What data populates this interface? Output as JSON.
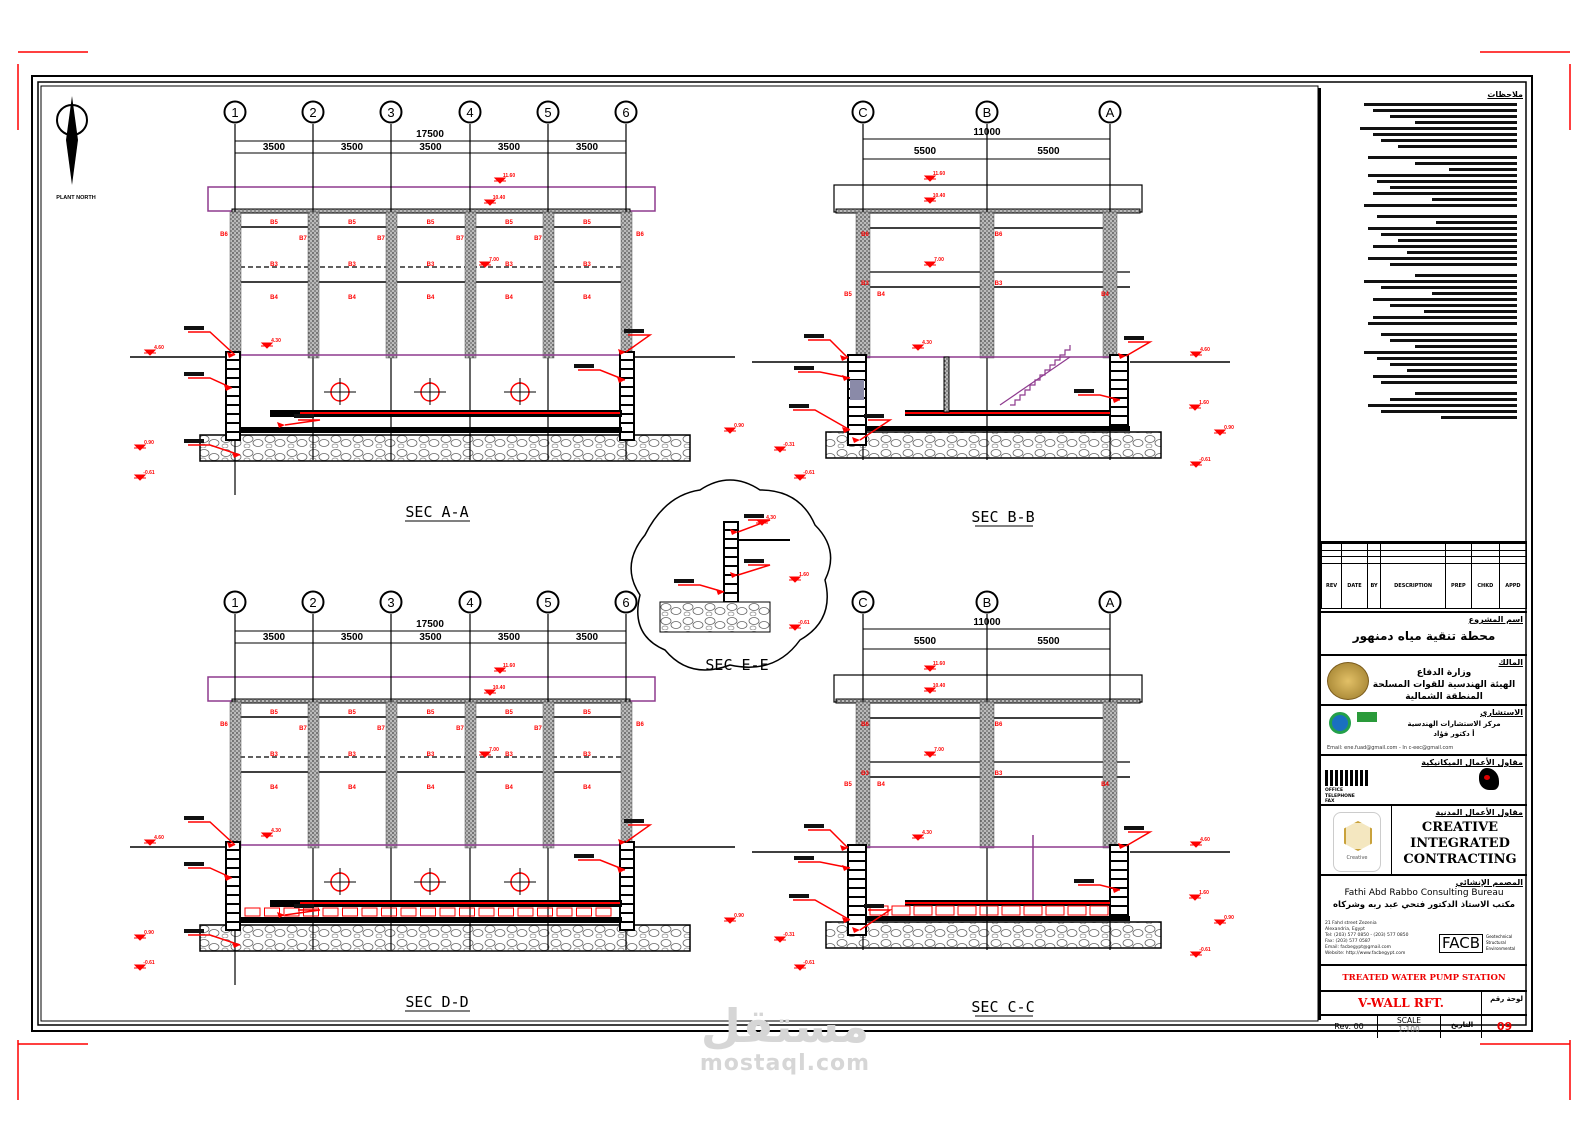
{
  "north": {
    "label": "PLANT NORTH"
  },
  "sections": [
    {
      "id": "aa",
      "title": "SEC A-A",
      "grids": [
        "1",
        "2",
        "3",
        "4",
        "5",
        "6"
      ],
      "total_dim": "17500",
      "spans": [
        "3500",
        "3500",
        "3500",
        "3500",
        "3500"
      ],
      "beams_top": "B5",
      "beams_mid": "B3",
      "beams_low": "B4",
      "beam_col": "B7",
      "beam_edge": "B6",
      "levels": [
        "11.60",
        "10.40",
        "7.00",
        "4.30"
      ]
    },
    {
      "id": "bb",
      "title": "SEC B-B",
      "grids": [
        "C",
        "B",
        "A"
      ],
      "total_dim": "11000",
      "spans": [
        "5500",
        "5500"
      ],
      "beams_top": "B6",
      "beams_mid": "B3",
      "beams_low": "B4",
      "beam_edge": "B5",
      "levels": [
        "11.60",
        "10.40",
        "7.00",
        "4.30"
      ]
    },
    {
      "id": "dd",
      "title": "SEC D-D",
      "grids": [
        "1",
        "2",
        "3",
        "4",
        "5",
        "6"
      ],
      "total_dim": "17500",
      "spans": [
        "3500",
        "3500",
        "3500",
        "3500",
        "3500"
      ],
      "beams_top": "B5",
      "beams_mid": "B3",
      "beams_low": "B4",
      "beam_col": "B7",
      "beam_edge": "B6",
      "levels": [
        "11.60",
        "10.40",
        "7.00",
        "4.30"
      ]
    },
    {
      "id": "cc",
      "title": "SEC C-C",
      "grids": [
        "C",
        "B",
        "A"
      ],
      "total_dim": "11000",
      "spans": [
        "5500",
        "5500"
      ],
      "beams_top": "B6",
      "beams_mid": "B3",
      "beams_low": "B4",
      "beam_edge": "B5",
      "levels": [
        "11.60",
        "10.40",
        "7.00",
        "4.30"
      ]
    }
  ],
  "detail": {
    "title": "SEC E-E"
  },
  "title_block": {
    "notes_header": "ملاحظات",
    "rev_headers": [
      "REV",
      "DATE",
      "BY",
      "DESCRIPTION",
      "PREP",
      "CHKD",
      "APPD"
    ],
    "project_label": "اسم المشروع",
    "project_name": "محطة تنقية مياه دمنهور",
    "owner_label": "المالك",
    "owner_lines": [
      "وزارة الدفاع",
      "الهيئة الهندسية للقوات المسلحة",
      "المنطقة الشمالية"
    ],
    "consultant_label": "الاستشاري",
    "consultant_lines": [
      "مركز الاستشارات الهندسية",
      "أ دكتور فؤاد"
    ],
    "consultant_email": "Email: ene.fuad@gmail.com  -  In c-eec@gmail.com",
    "mech_label": "مقاول الأعمال الميكانيكية",
    "mech_contact": [
      "OFFICE",
      "TELEPHONE",
      "FAX"
    ],
    "civil_label": "مقاول الأعمال المدنية",
    "civil_company": [
      "CREATIVE",
      "INTEGRATED",
      "CONTRACTING"
    ],
    "civil_logo_text": "Creative",
    "designer_label": "المصمم الإنشائي",
    "designer_en": "Fathi Abd Rabbo Consulting Bureau",
    "designer_ar": "مكتب الاستاذ الدكتور فتحي عبد ربه وشركاه",
    "designer_address": [
      "21 Fahd street Zezenia",
      "Alexandria, Egypt",
      "Tel: (203) 577 0850 - (203) 577 0850",
      "Fax: (203) 577 0587",
      "Email: facbegypt@gmail.com",
      "Website: http://www.facbegypt.com"
    ],
    "designer_logo": "FACB",
    "designer_logo_sub": [
      "Geotechnical",
      "Structural",
      "Environmental"
    ],
    "project_title": "TREATED WATER PUMP STATION",
    "drawing_title": "V-WALL RFT.",
    "drawing_no_label": "لوحة رقم",
    "rev": "Rev. 00",
    "scale_label": "SCALE",
    "scale": "1:100",
    "date_label": "التاريخ",
    "sheet_no": "09"
  },
  "watermark": {
    "ar": "مستقل",
    "en": "mostaql.com"
  },
  "colors": {
    "red": "#ff0000",
    "purple": "#8e3a8e",
    "hatch": "#8a8a8a"
  }
}
